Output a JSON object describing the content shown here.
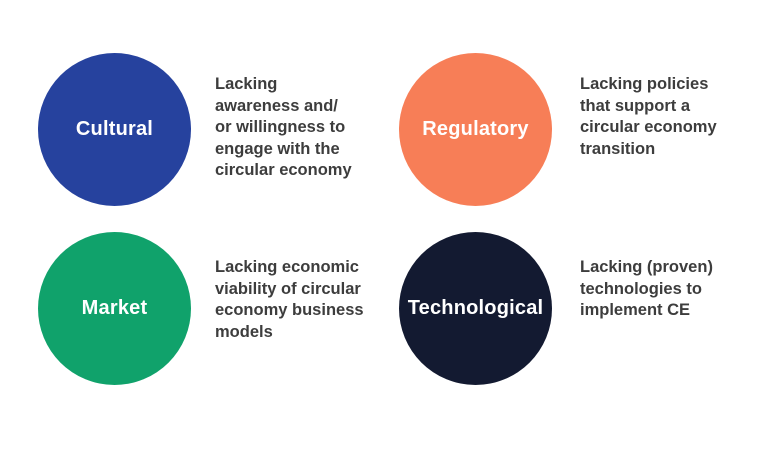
{
  "diagram": {
    "background_color": "#ffffff",
    "label_text_color": "#ffffff",
    "description_text_color": "#3d3d3d",
    "items": [
      {
        "label": "Cultural",
        "color": "#26429e",
        "description": "Lacking\nawareness and/\nor willingness to\nengage with the\ncircular economy"
      },
      {
        "label": "Regulatory",
        "color": "#f77e57",
        "description": "Lacking policies\nthat support a\ncircular economy\ntransition"
      },
      {
        "label": "Market",
        "color": "#10a26b",
        "description": "Lacking economic\nviability of circular\neconomy business\nmodels"
      },
      {
        "label": "Technological",
        "color": "#131a31",
        "description": "Lacking (proven)\ntechnologies to\nimplement CE"
      }
    ]
  }
}
